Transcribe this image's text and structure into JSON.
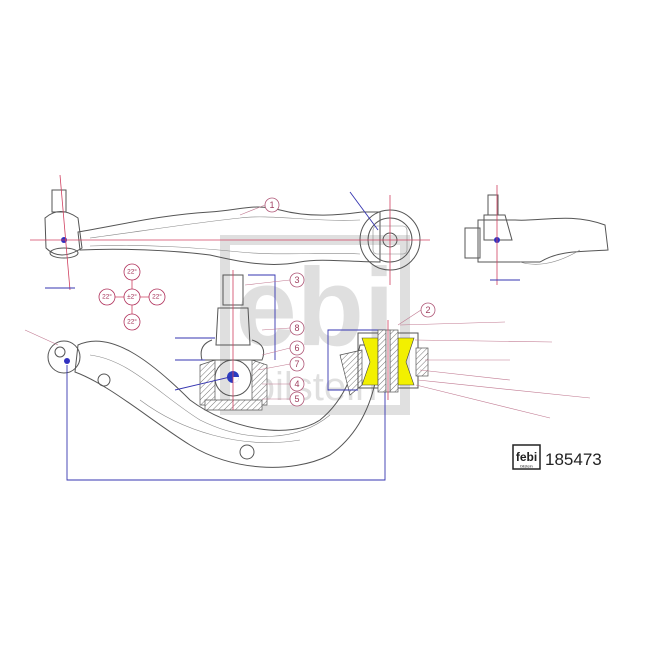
{
  "callouts": [
    "1",
    "2",
    "3",
    "4",
    "5",
    "6",
    "7",
    "8"
  ],
  "angles": {
    "top": "22°",
    "left": "22°",
    "center": "±2°",
    "right": "22°",
    "bottom": "22°"
  },
  "brand": {
    "logo_text": "febi",
    "logo_sub": "bilstein",
    "part_number": "185473"
  },
  "colors": {
    "bushing": "#f2f000",
    "centerline": "#d04060",
    "dimension": "#3535b0"
  }
}
